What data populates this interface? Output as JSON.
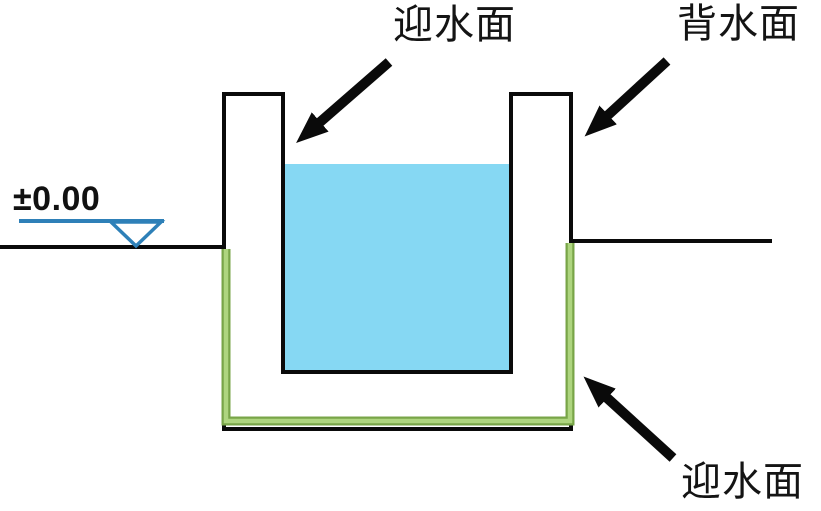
{
  "diagram": {
    "labels": {
      "water_facing_top": "迎水面",
      "back_water": "背水面",
      "water_facing_bottom": "迎水面",
      "elevation": "±0.00"
    },
    "colors": {
      "outline": "#0a0a0a",
      "water": "#86D8F3",
      "membrane_dark": "#78A548",
      "membrane_light": "#AED57F",
      "elevation_marker": "#2E80B8",
      "background": "#FFFFFF"
    }
  }
}
